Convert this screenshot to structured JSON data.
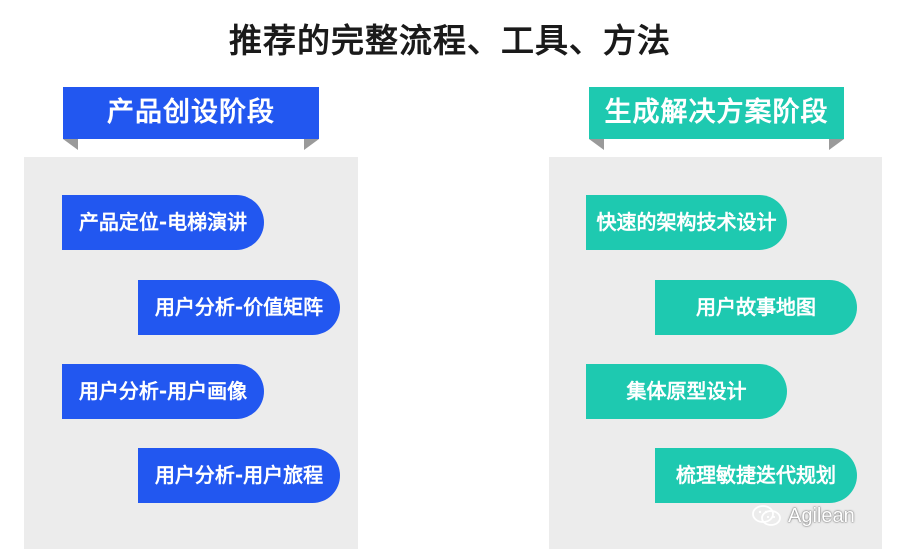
{
  "title": "推荐的完整流程、工具、方法",
  "stages": [
    {
      "label": "产品创设阶段",
      "color": "#2257f0",
      "steps": [
        "产品定位-电梯演讲",
        "用户分析-价值矩阵",
        "用户分析-用户画像",
        "用户分析-用户旅程"
      ]
    },
    {
      "label": "生成解决方案阶段",
      "color": "#1ec9b0",
      "steps": [
        "快速的架构技术设计",
        "用户故事地图",
        "集体原型设计",
        "梳理敏捷迭代规划"
      ]
    }
  ],
  "watermark": {
    "icon": "wechat-icon",
    "text": "Agilean"
  }
}
